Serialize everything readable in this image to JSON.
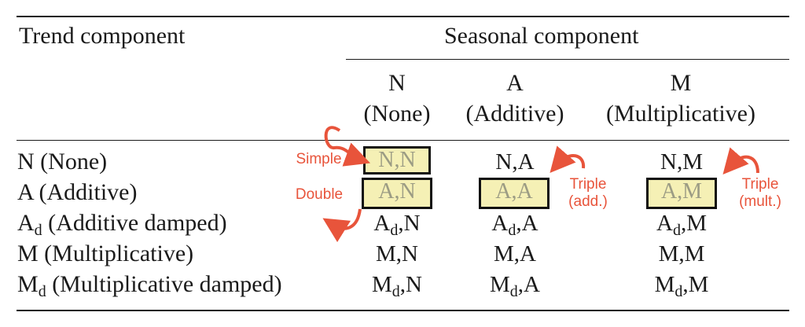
{
  "header": {
    "trend_title": "Trend component",
    "seasonal_title": "Seasonal component",
    "columns": [
      {
        "code": "N",
        "name": "(None)"
      },
      {
        "code": "A",
        "name": "(Additive)"
      },
      {
        "code": "M",
        "name": "(Multiplicative)"
      }
    ]
  },
  "rows": [
    {
      "label_main": "N (None)",
      "label_sub": "",
      "label_rest": "",
      "cells": [
        "N,N",
        "N,A",
        "N,M"
      ]
    },
    {
      "label_main": "A (Additive)",
      "label_sub": "",
      "label_rest": "",
      "cells": [
        "A,N",
        "A,A",
        "A,M"
      ]
    },
    {
      "label_main": "A",
      "label_sub": "d",
      "label_rest": " (Additive damped)",
      "cells": [
        "A_d,N",
        "A_d,A",
        "A_d,M"
      ]
    },
    {
      "label_main": "M (Multiplicative)",
      "label_sub": "",
      "label_rest": "",
      "cells": [
        "M,N",
        "M,A",
        "M,M"
      ]
    },
    {
      "label_main": "M",
      "label_sub": "d",
      "label_rest": " (Multiplicative damped)",
      "cells": [
        "M_d,N",
        "M_d,A",
        "M_d,M"
      ]
    }
  ],
  "annotations": {
    "simple": "Simple",
    "double": "Double",
    "triple_add_1": "Triple",
    "triple_add_2": "(add.)",
    "triple_mult_1": "Triple",
    "triple_mult_2": "(mult.)"
  },
  "colors": {
    "highlight_fill": "#f5f0b5",
    "highlight_text": "#9c9c84",
    "annotation": "#e8543b",
    "rule": "#1a1a1a"
  }
}
